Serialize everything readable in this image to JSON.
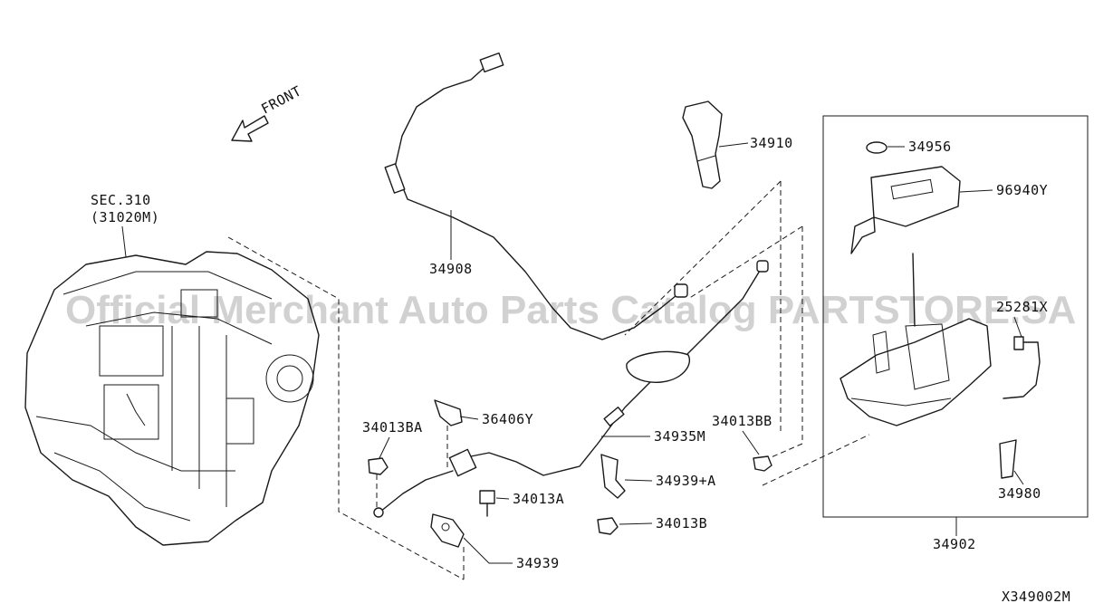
{
  "diagram": {
    "watermark": "Official Merchant Auto Parts Catalog PARTSTORE.SA",
    "diagram_code": "X349002M",
    "front_label": "FRONT",
    "section_ref": [
      "SEC.310",
      "(31020M)"
    ],
    "callouts": {
      "p34908": "34908",
      "p34910": "34910",
      "p34956": "34956",
      "p96940Y": "96940Y",
      "p25281X": "25281X",
      "p36406Y": "36406Y",
      "p34013BA": "34013BA",
      "p34935M": "34935M",
      "p34013BB": "34013BB",
      "p34939A": "34939+A",
      "p34013A": "34013A",
      "p34013B": "34013B",
      "p34939": "34939",
      "p34980": "34980",
      "p34902": "34902"
    }
  }
}
